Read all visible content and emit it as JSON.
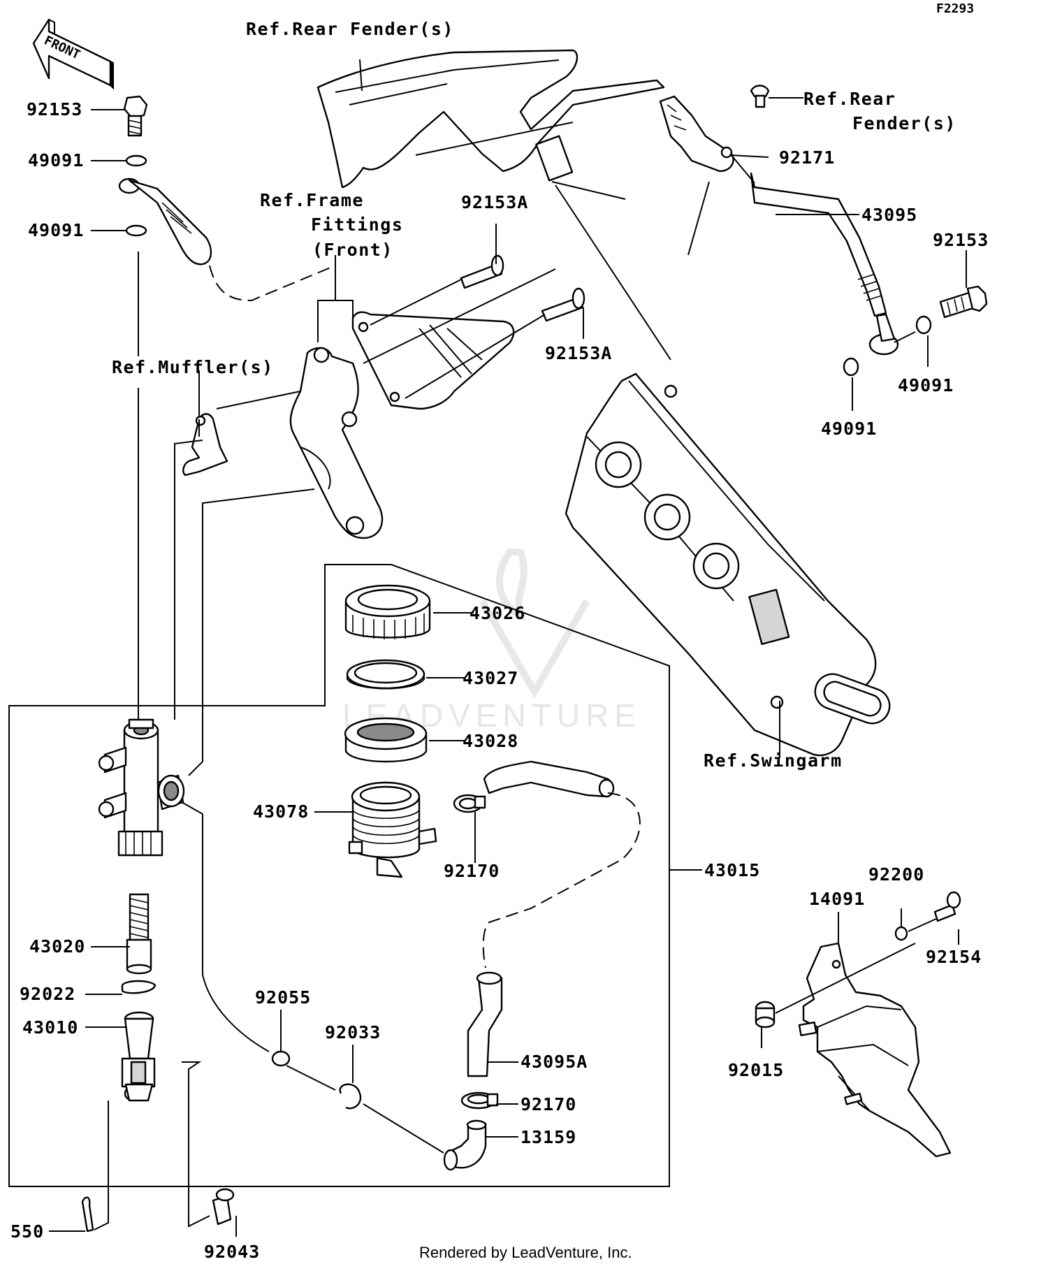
{
  "figure_code": "F2293",
  "footer": "Rendered by LeadVenture, Inc.",
  "watermark": "LEADVENTURE",
  "front_arrow": "FRONT",
  "references": {
    "rear_fender_top": "Ref.Rear Fender(s)",
    "rear_fender_right_1": "Ref.Rear",
    "rear_fender_right_2": "Fender(s)",
    "frame_fittings_1": "Ref.Frame",
    "frame_fittings_2": "Fittings",
    "frame_fittings_3": "(Front)",
    "muffler": "Ref.Muffler(s)",
    "swingarm": "Ref.Swingarm"
  },
  "parts": {
    "p92153_left": "92153",
    "p49091_a": "49091",
    "p49091_b": "49091",
    "p92153A_top": "92153A",
    "p92153A_mid": "92153A",
    "p92171": "92171",
    "p43095": "43095",
    "p92153_right": "92153",
    "p49091_right": "49091",
    "p49091_lower": "49091",
    "p43026": "43026",
    "p43027": "43027",
    "p43028": "43028",
    "p43078": "43078",
    "p92170_top": "92170",
    "p43015": "43015",
    "p43020": "43020",
    "p92022": "92022",
    "p43010": "43010",
    "p92055": "92055",
    "p92033": "92033",
    "p43095A": "43095A",
    "p92170_bottom": "92170",
    "p13159": "13159",
    "p550": "550",
    "p92043": "92043",
    "p92200": "92200",
    "p14091": "14091",
    "p92154": "92154",
    "p92015": "92015"
  }
}
